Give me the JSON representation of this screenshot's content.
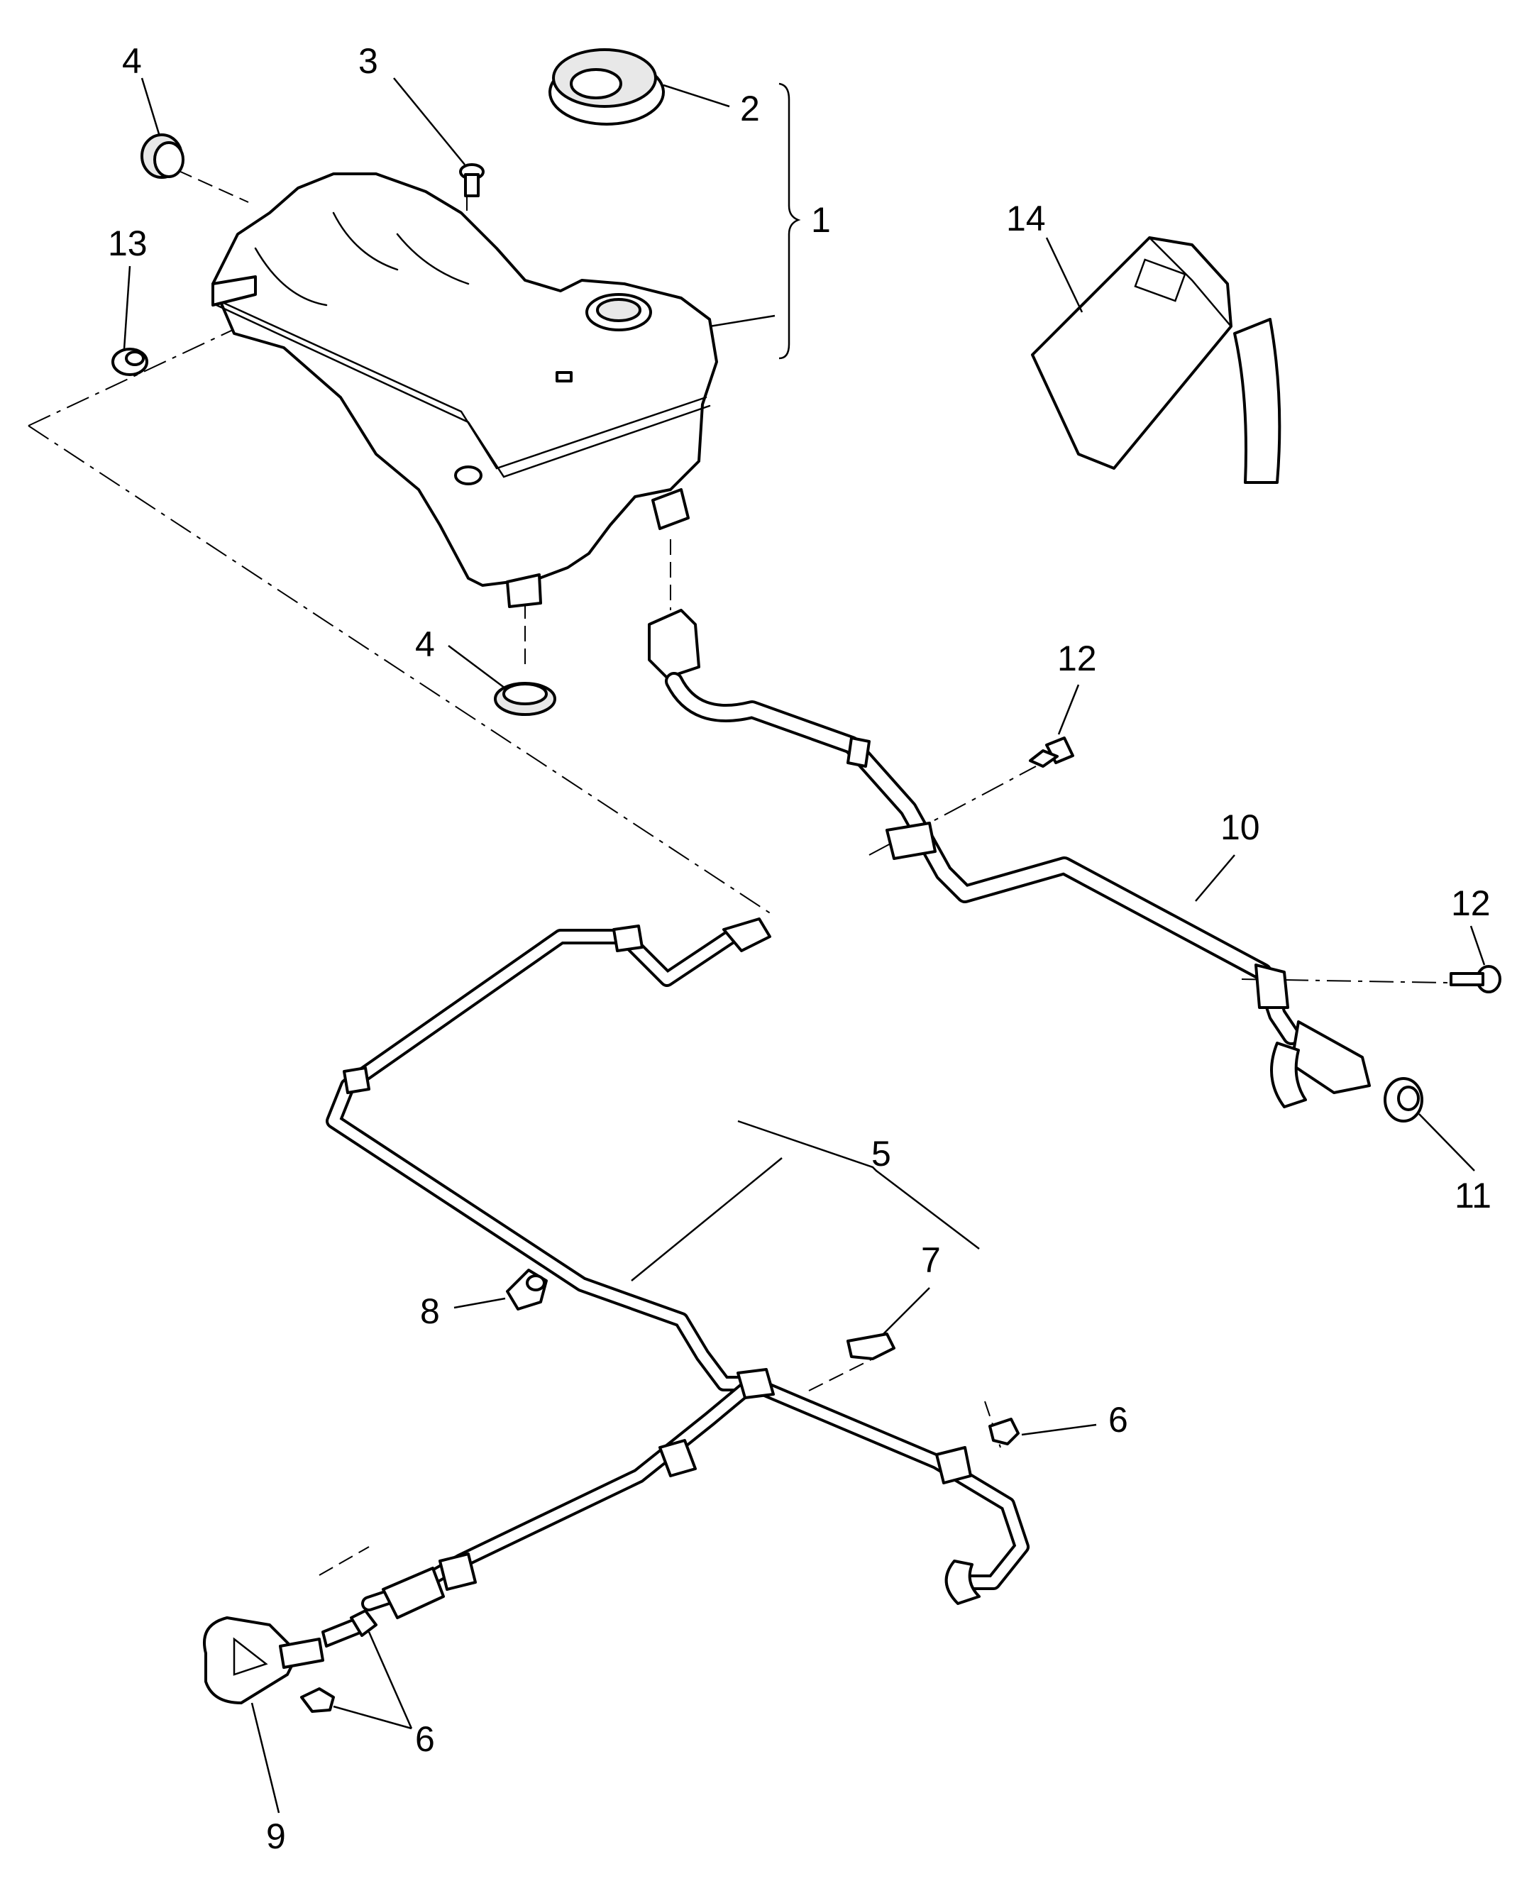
{
  "callouts": [
    {
      "id": "c1",
      "label": "1"
    },
    {
      "id": "c2",
      "label": "2"
    },
    {
      "id": "c3",
      "label": "3"
    },
    {
      "id": "c4a",
      "label": "4"
    },
    {
      "id": "c4b",
      "label": "4"
    },
    {
      "id": "c5",
      "label": "5"
    },
    {
      "id": "c6a",
      "label": "6"
    },
    {
      "id": "c6b",
      "label": "6"
    },
    {
      "id": "c7",
      "label": "7"
    },
    {
      "id": "c8",
      "label": "8"
    },
    {
      "id": "c9",
      "label": "9"
    },
    {
      "id": "c10",
      "label": "10"
    },
    {
      "id": "c11",
      "label": "11"
    },
    {
      "id": "c12a",
      "label": "12"
    },
    {
      "id": "c12b",
      "label": "12"
    },
    {
      "id": "c13",
      "label": "13"
    },
    {
      "id": "c14",
      "label": "14"
    }
  ],
  "colors": {
    "line": "#000000",
    "background": "#ffffff",
    "shade": "#e8e8e8"
  }
}
